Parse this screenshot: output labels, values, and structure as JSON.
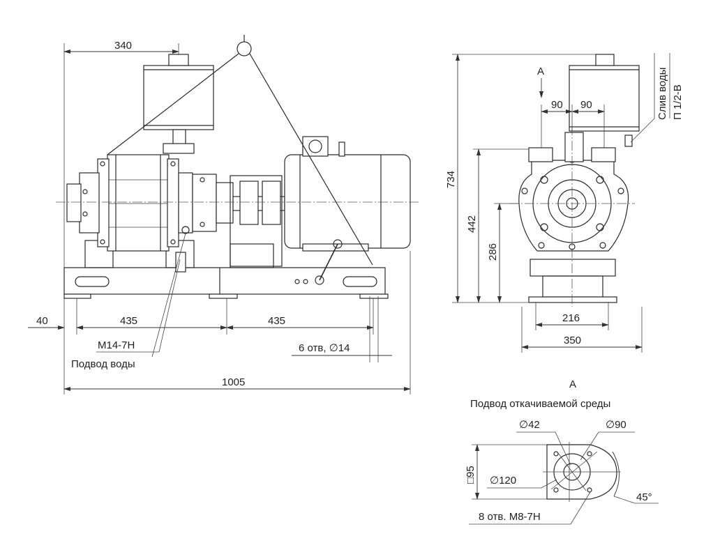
{
  "side_view": {
    "dim_340": "340",
    "dim_40": "40",
    "dim_435_left": "435",
    "dim_435_right": "435",
    "dim_1005": "1005",
    "label_m14": "М14-7Н",
    "label_water_in": "Подвод воды",
    "label_holes": "6 отв, ∅14"
  },
  "front_view": {
    "arrow_a": "А",
    "dim_90_left": "90",
    "dim_90_right": "90",
    "label_drain_1": "Слив воды",
    "label_drain_2": "П 1/2-В",
    "dim_734": "734",
    "dim_442": "442",
    "dim_286": "286",
    "dim_216": "216",
    "dim_350": "350"
  },
  "view_a": {
    "title": "А",
    "subtitle": "Подвод откачиваемой среды",
    "dim_d42": "∅42",
    "dim_d90": "∅90",
    "dim_sq95": "□95",
    "dim_d120": "∅120",
    "dim_angle": "45°",
    "label_holes": "8 отв. М8-7Н"
  }
}
